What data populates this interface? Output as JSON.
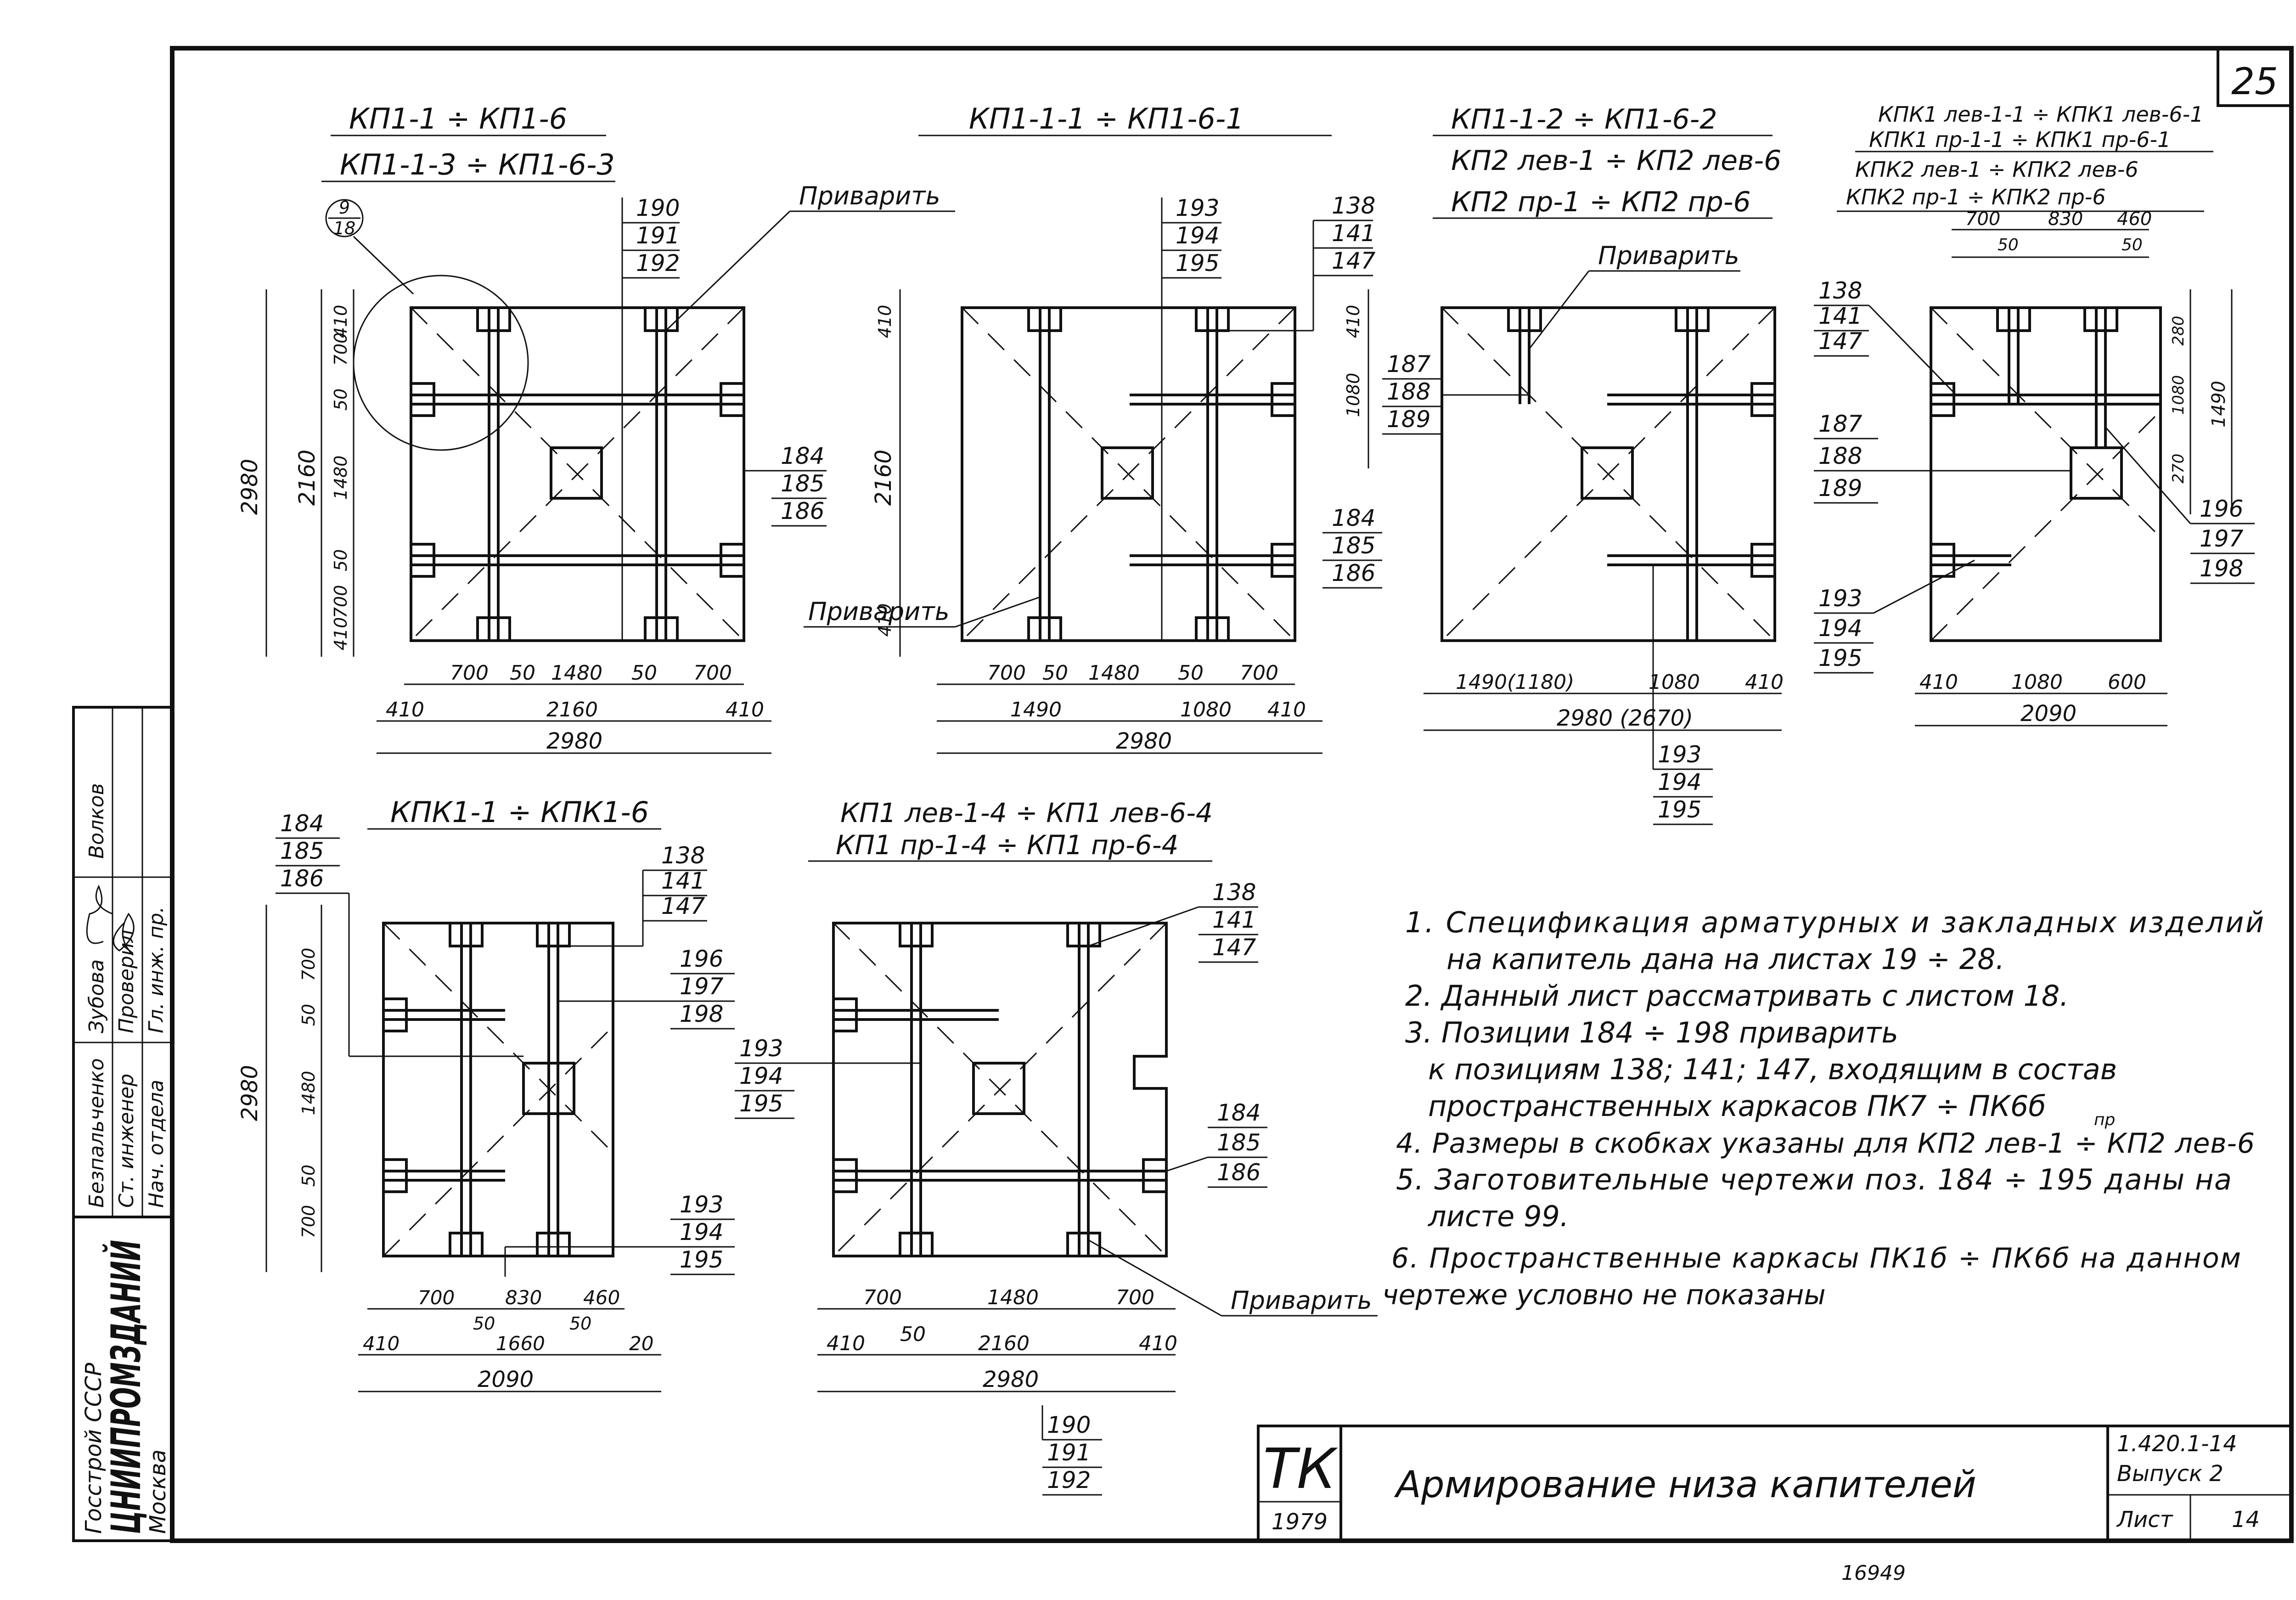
{
  "sheet": {
    "sheet_number": "25",
    "ministry": "Госстрой СССР",
    "institute": "ЦНИИПРОМЗДАНИЙ",
    "city": "Москва",
    "tk": "ТК",
    "tk_year": "1979",
    "title": "Армирование низа капителей",
    "series": "1.420.1-14",
    "issue": "Выпуск 2",
    "list_label": "Лист",
    "list_number": "14",
    "bottom_code": "16949",
    "roles": [
      "Нач. отдела",
      "Гл. инж. пр.",
      "Ст. инженер",
      "Проверил"
    ],
    "names": [
      "Волков",
      "Безпальченко",
      "Зубова"
    ]
  },
  "views": [
    {
      "titles": [
        "КП1-1 ÷ КП1-6",
        "КП1-1-3 ÷ КП1-6-3"
      ],
      "callout_top": "9",
      "callout_bottom": "18",
      "weld": "Приварить",
      "pos_top": [
        "190",
        "191",
        "192"
      ],
      "pos_right": [
        "184",
        "185",
        "186"
      ],
      "dims_left": [
        "410",
        "700",
        "50",
        "1480",
        "50",
        "700",
        "410"
      ],
      "dim_left_mid": "2160",
      "dim_left_total": "2980",
      "dims_bottom": [
        "700",
        "50",
        "1480",
        "50",
        "700"
      ],
      "dims_bottom_2": [
        "410",
        "2160",
        "410"
      ],
      "dim_total": "2980"
    },
    {
      "titles": [
        "КП1-1-1 ÷ КП1-6-1"
      ],
      "weld": "Приварить",
      "pos_top": [
        "193",
        "194",
        "195"
      ],
      "pos_top_right": [
        "138",
        "141",
        "147"
      ],
      "pos_right": [
        "184",
        "185",
        "186"
      ],
      "dims_left": [
        "410",
        "2160",
        "410"
      ],
      "dims_bottom": [
        "700",
        "50",
        "1480",
        "50",
        "700"
      ],
      "dims_bottom_2": [
        "1490",
        "1080",
        "410"
      ],
      "dim_total": "2980"
    },
    {
      "titles": [
        "КП1-1-2 ÷ КП1-6-2",
        "КП2 лев-1 ÷ КП2 лев-6",
        "КП2 пр-1 ÷ КП2 пр-6"
      ],
      "weld": "Приварить",
      "pos_left": [
        "187",
        "188",
        "189"
      ],
      "pos_bottom": [
        "193",
        "194",
        "195"
      ],
      "dims_left": [
        "410",
        "1080"
      ],
      "dims_bottom": [
        "1490(1180)",
        "1080",
        "410"
      ],
      "dim_total": "2980 (2670)"
    },
    {
      "titles": [
        "КПК1 лев-1-1 ÷ КПК1 лев-6-1",
        "КПК1 пр-1-1 ÷ КПК1 пр-6-1",
        "КПК2 лев-1 ÷ КПК2 лев-6",
        "КПК2 пр-1 ÷ КПК2 пр-6"
      ],
      "dims_top": [
        "700",
        "830",
        "460"
      ],
      "dims_top_2": [
        "50",
        "50"
      ],
      "pos_left_1": [
        "138",
        "141",
        "147"
      ],
      "pos_left_2": [
        "187",
        "188",
        "189"
      ],
      "pos_left_3": [
        "193",
        "194",
        "195"
      ],
      "pos_right": [
        "196",
        "197",
        "198"
      ],
      "dims_right": [
        "280",
        "1080",
        "270"
      ],
      "dim_right_total": "1490",
      "dims_bottom": [
        "410",
        "1080",
        "600"
      ],
      "dim_total": "2090"
    },
    {
      "titles": [
        "КПК1-1 ÷ КПК1-6"
      ],
      "pos_left": [
        "184",
        "185",
        "186"
      ],
      "pos_top_right": [
        "138",
        "141",
        "147"
      ],
      "pos_right": [
        "196",
        "197",
        "198"
      ],
      "pos_bottom_right": [
        "193",
        "194",
        "195"
      ],
      "dims_left": [
        "700",
        "50",
        "1480",
        "50",
        "700"
      ],
      "dim_left_total": "2980",
      "dims_bottom": [
        "700",
        "830",
        "460"
      ],
      "dims_bottom_2": [
        "50",
        "50"
      ],
      "dims_bottom_3": [
        "410",
        "1660",
        "20"
      ],
      "dim_total": "2090"
    },
    {
      "titles": [
        "КП1 лев-1-4 ÷ КП1 лев-6-4",
        "КП1 пр-1-4 ÷ КП1 пр-6-4"
      ],
      "weld": "Приварить",
      "pos_top_right": [
        "138",
        "141",
        "147"
      ],
      "pos_left": [
        "193",
        "194",
        "195"
      ],
      "pos_right": [
        "184",
        "185",
        "186"
      ],
      "pos_bottom": [
        "190",
        "191",
        "192"
      ],
      "dims_bottom": [
        "700",
        "1480",
        "700"
      ],
      "dims_bottom_2": [
        "410",
        "50",
        "2160",
        "410"
      ],
      "dim_total": "2980"
    }
  ],
  "notes": [
    "1. Спецификация арматурных и закладных изделий",
    "на капитель дана на листах 19 ÷ 28.",
    "2. Данный лист рассматривать с листом 18.",
    "3. Позиции 184 ÷ 198 приварить",
    "к позициям 138; 141; 147, входящим в состав",
    "пространственных каркасов ПК7 ÷ ПК6б",
    "4. Размеры в скобках указаны для КП2 лев-1 ÷ КП2 лев-6",
    "5. Заготовительные чертежи поз. 184 ÷ 195 даны на",
    "листе 99.",
    "6. Пространственные каркасы ПК1б ÷ ПК6б на данном",
    "чертеже условно не показаны"
  ],
  "notes_superscript": "пр"
}
